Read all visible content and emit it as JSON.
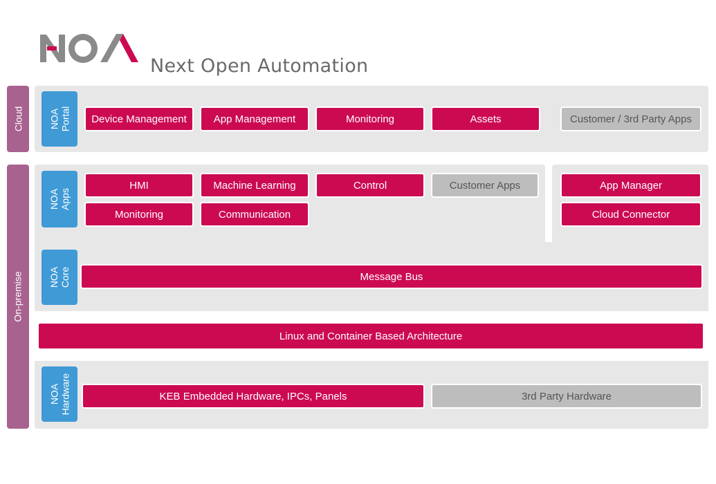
{
  "header": {
    "logo_text": "NOA",
    "tagline": "Next Open Automation"
  },
  "colors": {
    "accent": "#cc0a52",
    "tag_blue": "#3f9ad6",
    "side_purple": "#a8628f",
    "panel_gray": "#e7e7e7",
    "neutral_box": "#bdbdbd"
  },
  "sections": {
    "cloud": "Cloud",
    "on_premise": "On-premise"
  },
  "portal": {
    "tag_line1": "NOA",
    "tag_line2": "Portal",
    "items": [
      "Device Management",
      "App Management",
      "Monitoring",
      "Assets"
    ],
    "third_party": "Customer / 3rd Party Apps"
  },
  "apps": {
    "tag_line1": "NOA",
    "tag_line2": "Apps",
    "row1": [
      "HMI",
      "Machine Learning",
      "Control"
    ],
    "customer": "Customer Apps",
    "row2": [
      "Monitoring",
      "Communication"
    ],
    "right": [
      "App Manager",
      "Cloud Connector"
    ]
  },
  "core": {
    "tag_line1": "NOA",
    "tag_line2": "Core",
    "message_bus": "Message Bus"
  },
  "linux": "Linux and Container Based Architecture",
  "hardware": {
    "tag_line1": "NOA",
    "tag_line2": "Hardware",
    "keb": "KEB Embedded Hardware, IPCs, Panels",
    "third_party": "3rd Party Hardware"
  }
}
